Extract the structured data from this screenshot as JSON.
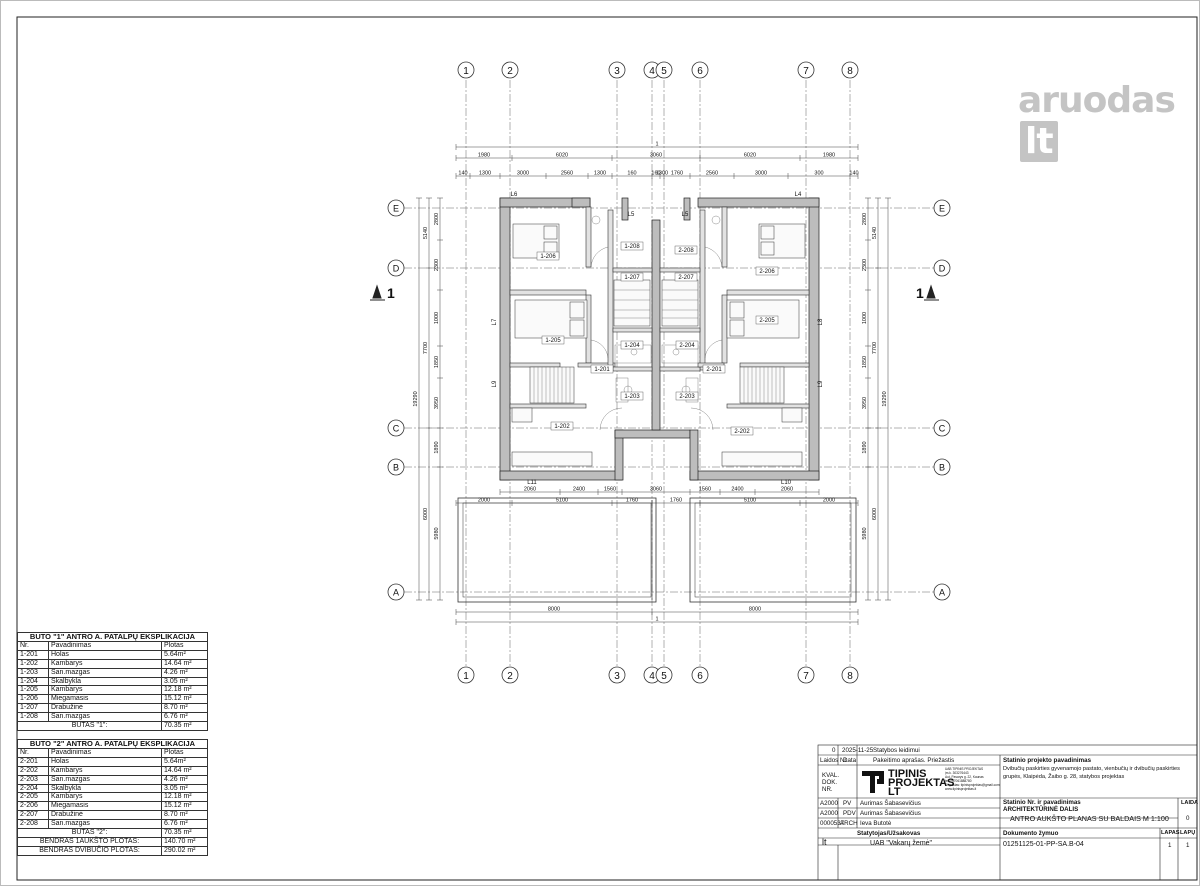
{
  "watermark": {
    "word": "aruodas",
    "suffix": "lt"
  },
  "axes": {
    "columns": [
      "1",
      "2",
      "3",
      "4",
      "5",
      "6",
      "7",
      "8"
    ],
    "rows": [
      "E",
      "D",
      "C",
      "B",
      "A"
    ],
    "section": "1"
  },
  "dims": {
    "overall": "19060",
    "top_row1": [
      "1980",
      "6020",
      "3060",
      "6020",
      "1980"
    ],
    "top_row2": [
      "140",
      "1300",
      "3000",
      "2560",
      "1300",
      "160",
      "160",
      "1300",
      "1760",
      "2560",
      "3000",
      "300",
      "140"
    ],
    "mid_row1": [
      "2060",
      "2400",
      "1560",
      "3060",
      "1560",
      "2400",
      "2060"
    ],
    "mid_row2": [
      "2000",
      "5100",
      "1760",
      "1760",
      "5100",
      "2000"
    ],
    "bottom_row": [
      "8000",
      "8000"
    ],
    "left_outer": [
      "19290"
    ],
    "left_mid": [
      "5140",
      "7700",
      "6000"
    ],
    "left_inner": [
      "2800",
      "2300",
      "1000",
      "1850",
      "3950",
      "1890",
      "5980"
    ],
    "right_outer": [
      "19290"
    ],
    "right_mid": [
      "5140",
      "7700",
      "6000"
    ],
    "right_inner": [
      "2800",
      "2300",
      "1000",
      "1850",
      "3950",
      "1890",
      "5980"
    ]
  },
  "walls": [
    "L6",
    "L5",
    "L5",
    "L4",
    "L7",
    "L8",
    "L9",
    "L9",
    "L11",
    "L10"
  ],
  "rooms": [
    "1-206",
    "1-208",
    "1-207",
    "1-205",
    "1-204",
    "1-201",
    "1-203",
    "1-202",
    "2-206",
    "2-208",
    "2-207",
    "2-205",
    "2-204",
    "2-201",
    "2-203",
    "2-202"
  ],
  "table1": {
    "title": "BUTO \"1\" ANTRO A. PATALPŲ EKSPLIKACIJA",
    "col_nr": "Nr.",
    "col_name": "Pavadinimas",
    "col_area": "Plotas",
    "rows": [
      {
        "nr": "1-201",
        "name": "Holas",
        "area": "5.64m²"
      },
      {
        "nr": "1-202",
        "name": "Kambarys",
        "area": "14.64 m²"
      },
      {
        "nr": "1-203",
        "name": "San.mazgas",
        "area": "4.26 m²"
      },
      {
        "nr": "1-204",
        "name": "Skalbykla",
        "area": "3.05 m²"
      },
      {
        "nr": "1-205",
        "name": "Kambarys",
        "area": "12.18 m²"
      },
      {
        "nr": "1-206",
        "name": "Miegamasis",
        "area": "15.12 m²"
      },
      {
        "nr": "1-207",
        "name": "Drabužinė",
        "area": "8.70 m²"
      },
      {
        "nr": "1-208",
        "name": "San.mazgas",
        "area": "6.76 m²"
      }
    ],
    "total_label": "BUTAS \"1\":",
    "total_value": "70.35 m²"
  },
  "table2": {
    "title": "BUTO \"2\" ANTRO A. PATALPŲ EKSPLIKACIJA",
    "col_nr": "Nr.",
    "col_name": "Pavadinimas",
    "col_area": "Plotas",
    "rows": [
      {
        "nr": "2-201",
        "name": "Holas",
        "area": "5.64m²"
      },
      {
        "nr": "2-202",
        "name": "Kambarys",
        "area": "14.64 m²"
      },
      {
        "nr": "2-203",
        "name": "San.mazgas",
        "area": "4.26 m²"
      },
      {
        "nr": "2-204",
        "name": "Skalbykla",
        "area": "3.05 m²"
      },
      {
        "nr": "2-205",
        "name": "Kambarys",
        "area": "12.18 m²"
      },
      {
        "nr": "2-206",
        "name": "Miegamasis",
        "area": "15.12 m²"
      },
      {
        "nr": "2-207",
        "name": "Drabužinė",
        "area": "8.70 m²"
      },
      {
        "nr": "2-208",
        "name": "San.mazgas",
        "area": "6.76 m²"
      }
    ],
    "total_label": "BUTAS \"2\":",
    "total_value": "70.35 m²",
    "sum1_label": "BENDRAS 1AUKŠTO PLOTAS:",
    "sum1_value": "140.70 m²",
    "sum2_label": "BENDRAS DVIBUČIO PLOTAS:",
    "sum2_value": "290.02 m²"
  },
  "title_block": {
    "rev": "0",
    "date": "2025-11-25",
    "rev_desc": "Statybos leidimui",
    "h_laidos": "Laidos Nr.",
    "h_data": "Data",
    "h_keit": "Pakeitimo aprašas. Priežastis",
    "kval": [
      "KVAL.",
      "DOK.",
      "NR."
    ],
    "logo_lines": [
      "TIPINIS",
      "PROJEKTAS",
      "LT"
    ],
    "company_lines": [
      "UAB TIPINIS PROJEKTAS",
      "įm.k. 303276443",
      "Aut. Pavarys g. 22, Kaunas",
      "tel. +37061888780",
      "El. paštas: tipinisprojektas@gmail.com",
      "www.tipinisprojektas.lt"
    ],
    "object_title": "Statinio projekto pavadinimas",
    "object_lines": [
      "Dvibučių paskirties gyvenamojo pastato, vienbučių ir dvibučių paskirties",
      "grupės, Klaipėda, Žaibo g. 28, statybos projektas"
    ],
    "people": [
      {
        "code": "A2000",
        "role": "PV",
        "name": "Aurimas Šabasevičius"
      },
      {
        "code": "A2000",
        "role": "PDV",
        "name": "Aurimas Šabasevičius"
      },
      {
        "code": "0000537",
        "role": "ARCH",
        "name": "Ieva Butotė"
      }
    ],
    "part_title": "Statinio Nr. ir pavadinimas",
    "part_name": "ARCHITEKTŪRINĖ DALIS",
    "sheet_name": "ANTRO AUKŠTO PLANAS SU BALDAIS M 1:100",
    "laida_label": "LAIDA",
    "laida_value": "0",
    "client_label": "Statytojas/Užsakovas",
    "client_value": "UAB \"Vakarų žemė\"",
    "client_short": "lt",
    "doc_label": "Dokumento žymuo",
    "doc_value": "01251125-01-PP-SA.B-04",
    "lapas_label": "LAPAS",
    "lapas_value": "1",
    "lapu_label": "LAPŲ",
    "lapu_value": "1"
  }
}
